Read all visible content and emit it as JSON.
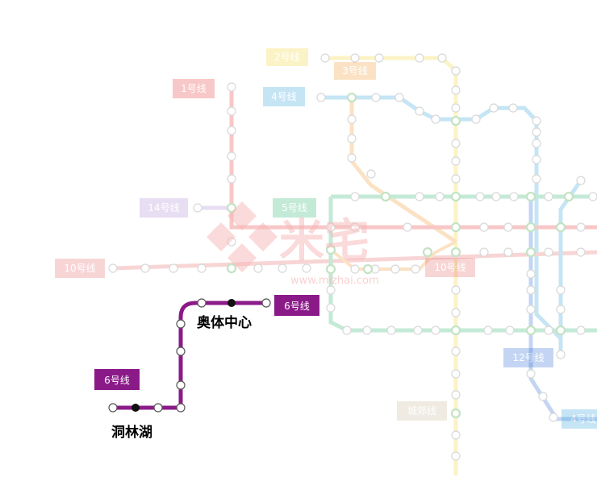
{
  "map": {
    "highlight_line": {
      "name": "6号线",
      "color": "#8b1a89",
      "stations": [
        "奥体中心",
        "洞林湖"
      ]
    },
    "faded_line_labels": [
      {
        "id": "line1",
        "text": "1号线",
        "color": "#e83a3a"
      },
      {
        "id": "line2",
        "text": "2号线",
        "color": "#f3d531"
      },
      {
        "id": "line3",
        "text": "3号线",
        "color": "#f39a2e"
      },
      {
        "id": "line4a",
        "text": "4号线",
        "color": "#33a3dc"
      },
      {
        "id": "line4b",
        "text": "4号线",
        "color": "#33a3dc"
      },
      {
        "id": "line5",
        "text": "5号线",
        "color": "#2bb673"
      },
      {
        "id": "line10a",
        "text": "10号线",
        "color": "#e86a6a"
      },
      {
        "id": "line10b",
        "text": "10号线",
        "color": "#e86a6a"
      },
      {
        "id": "line12",
        "text": "12号线",
        "color": "#2f6bd6"
      },
      {
        "id": "line14",
        "text": "14号线",
        "color": "#b08bd6"
      },
      {
        "id": "lineCJ",
        "text": "城郊线",
        "color": "#c8b89a"
      }
    ],
    "watermark": {
      "brand": "米宅",
      "url": "www.mizhai.com",
      "color": "#e84a4a"
    }
  }
}
